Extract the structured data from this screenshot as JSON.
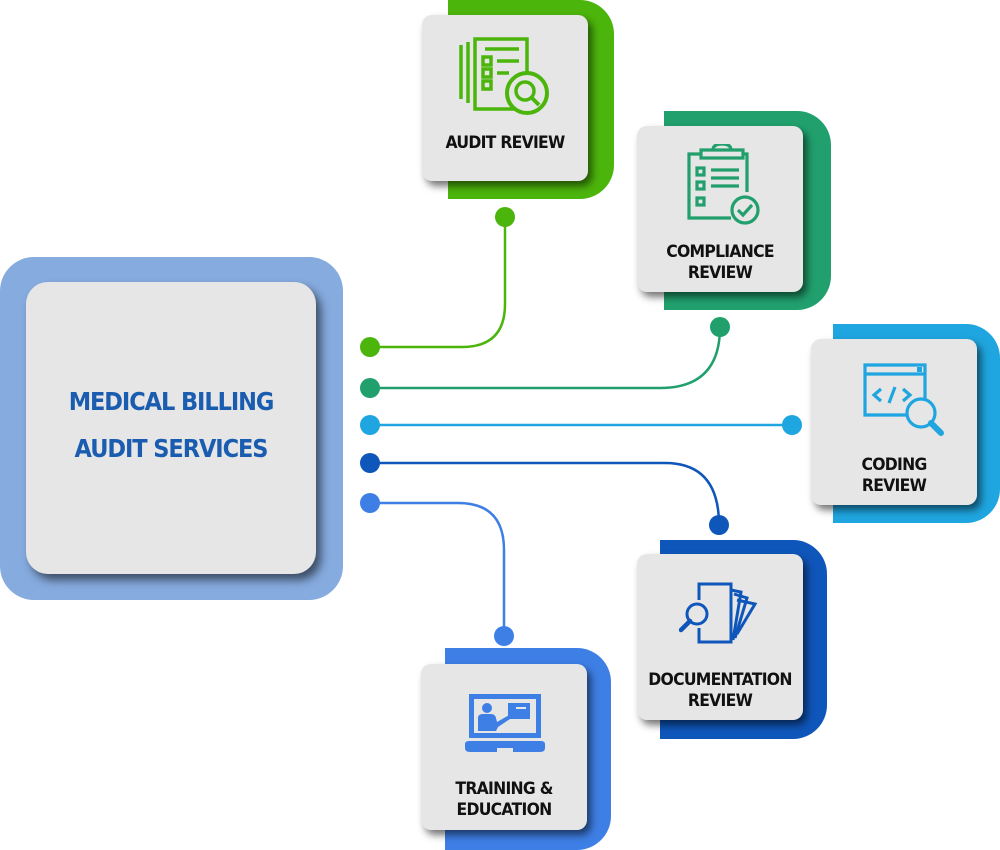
{
  "title": "Medical Billing Audit Services",
  "hub": {
    "line1": "MEDICAL BILLING",
    "line2": "AUDIT SERVICES",
    "text_color": "#1a5cb0",
    "frame_color": "#86abdf"
  },
  "nodes": [
    {
      "id": "audit-review",
      "line1": "AUDIT REVIEW",
      "line2": "",
      "icon": "checklist-magnifier-icon",
      "color": "#4cb50c"
    },
    {
      "id": "compliance-review",
      "line1": "COMPLIANCE",
      "line2": "REVIEW",
      "icon": "clipboard-check-icon",
      "color": "#21a06d"
    },
    {
      "id": "coding-review",
      "line1": "CODING",
      "line2": "REVIEW",
      "icon": "code-window-magnifier-icon",
      "color": "#1fa5df"
    },
    {
      "id": "documentation-review",
      "line1": "DOCUMENTATION",
      "line2": "REVIEW",
      "icon": "documents-magnifier-icon",
      "color": "#0f56bb"
    },
    {
      "id": "training-education",
      "line1": "TRAINING &",
      "line2": "EDUCATION",
      "icon": "laptop-teacher-icon",
      "color": "#3e7fe6"
    }
  ]
}
